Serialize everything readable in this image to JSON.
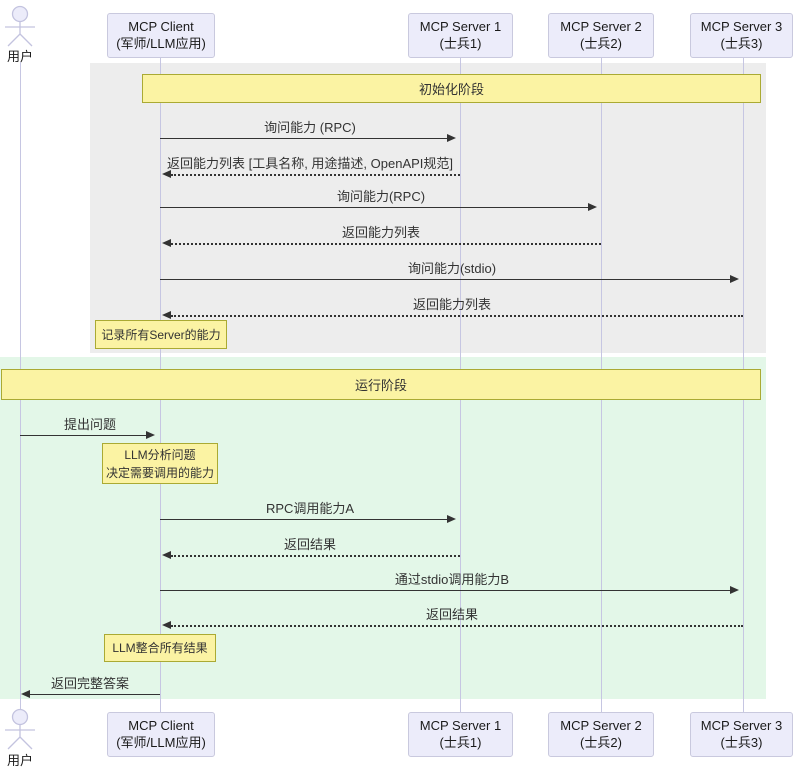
{
  "diagram": {
    "title": "MCP sequence diagram",
    "actor": {
      "label": "用户"
    },
    "participants": [
      {
        "name": "MCP Client",
        "subtitle": "(军师/LLM应用)"
      },
      {
        "name": "MCP Server 1",
        "subtitle": "(士兵1)"
      },
      {
        "name": "MCP Server 2",
        "subtitle": "(士兵2)"
      },
      {
        "name": "MCP Server 3",
        "subtitle": "(士兵3)"
      }
    ],
    "phases": [
      {
        "label": "初始化阶段"
      },
      {
        "label": "运行阶段"
      }
    ],
    "messages": [
      {
        "from": "MCP Client",
        "to": "MCP Server 1",
        "style": "solid",
        "label": "询问能力 (RPC)"
      },
      {
        "from": "MCP Server 1",
        "to": "MCP Client",
        "style": "dotted",
        "label": "返回能力列表 [工具名称, 用途描述, OpenAPI规范]"
      },
      {
        "from": "MCP Client",
        "to": "MCP Server 2",
        "style": "solid",
        "label": "询问能力(RPC)"
      },
      {
        "from": "MCP Server 2",
        "to": "MCP Client",
        "style": "dotted",
        "label": "返回能力列表"
      },
      {
        "from": "MCP Client",
        "to": "MCP Server 3",
        "style": "solid",
        "label": "询问能力(stdio)"
      },
      {
        "from": "MCP Server 3",
        "to": "MCP Client",
        "style": "dotted",
        "label": "返回能力列表"
      },
      {
        "from": "用户",
        "to": "MCP Client",
        "style": "solid",
        "label": "提出问题"
      },
      {
        "from": "MCP Client",
        "to": "MCP Server 1",
        "style": "solid",
        "label": "RPC调用能力A"
      },
      {
        "from": "MCP Server 1",
        "to": "MCP Client",
        "style": "dotted",
        "label": "返回结果"
      },
      {
        "from": "MCP Client",
        "to": "MCP Server 3",
        "style": "solid",
        "label": "通过stdio调用能力B"
      },
      {
        "from": "MCP Server 3",
        "to": "MCP Client",
        "style": "dotted",
        "label": "返回结果"
      },
      {
        "from": "MCP Client",
        "to": "用户",
        "style": "solid",
        "label": "返回完整答案"
      }
    ],
    "notes": [
      {
        "text": "记录所有Server的能力"
      },
      {
        "line1": "LLM分析问题",
        "line2": "决定需要调用的能力"
      },
      {
        "text": "LLM整合所有结果"
      }
    ],
    "colors": {
      "note_fill": "#FBF3A3",
      "note_border": "#AAAA33",
      "participant_fill": "#ECECFA",
      "participant_border": "#C9C9DE",
      "phase_init_bg": "#EDEDED",
      "phase_run_bg": "#E3F7E8",
      "lifeline": "#C6C6E2",
      "message_line": "#333333"
    }
  }
}
